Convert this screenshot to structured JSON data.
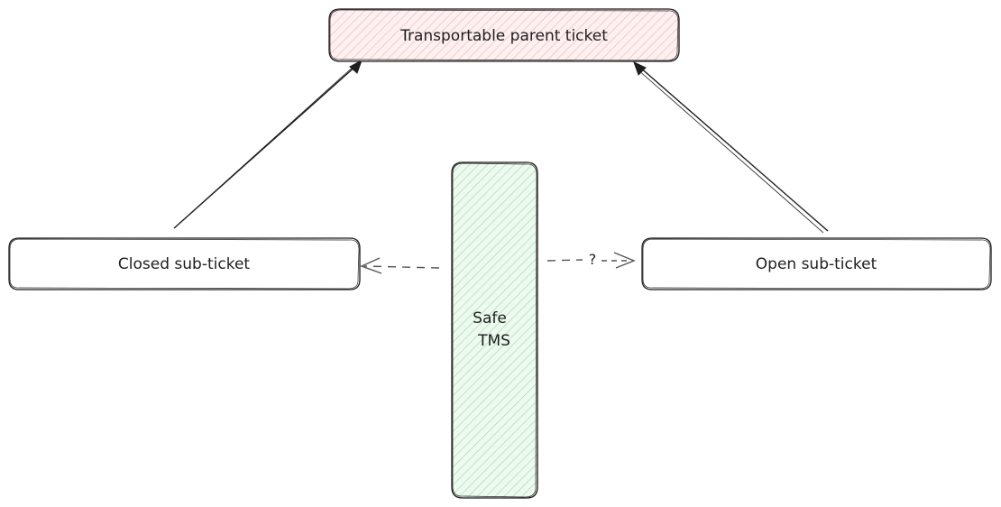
{
  "diagram": {
    "nodes": {
      "parent": {
        "label": "Transportable parent ticket",
        "fill": "#ffc9c9"
      },
      "closed": {
        "label": "Closed sub-ticket",
        "fill": "#ffffff"
      },
      "open": {
        "label": "Open sub-ticket",
        "fill": "#ffffff"
      },
      "tms": {
        "label_line1": "Safe",
        "label_line2": "TMS",
        "fill": "#b2f2bb"
      }
    },
    "edges": {
      "closed_to_parent": {
        "style": "solid",
        "label": ""
      },
      "open_to_parent": {
        "style": "solid",
        "label": ""
      },
      "tms_to_closed": {
        "style": "dashed",
        "label": ""
      },
      "tms_to_open": {
        "style": "dashed",
        "label": "?"
      }
    },
    "colors": {
      "stroke": "#1e1e1e",
      "dashed_stroke": "#555555",
      "parent_hatch": "#e8a8a8",
      "tms_hatch": "#8fd19a"
    }
  }
}
